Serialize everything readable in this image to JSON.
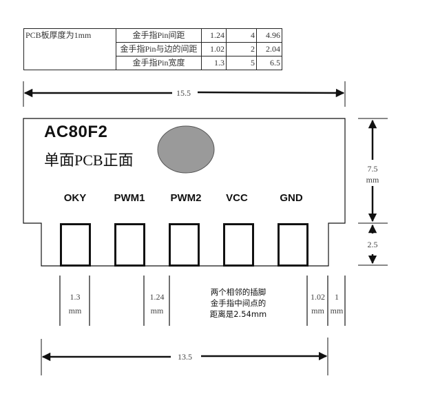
{
  "spec_table": {
    "thickness_label": "PCB板厚度为1mm",
    "rows": [
      {
        "name": "金手指Pin间距",
        "value": "1.24",
        "count": "4",
        "total": "4.96"
      },
      {
        "name": "金手指Pin与边的间距",
        "value": "1.02",
        "count": "2",
        "total": "2.04"
      },
      {
        "name": "金手指Pin宽度",
        "value": "1.3",
        "count": "5",
        "total": "6.5"
      }
    ]
  },
  "dimensions": {
    "total_width": "15.5",
    "finger_width": "13.5",
    "upper_height_value": "7.5",
    "upper_height_unit": "mm",
    "finger_height": "2.5"
  },
  "board": {
    "title": "AC80F2",
    "subtitle": "单面PCB正面",
    "hole_color": "#9a9a9a",
    "pins": [
      "OKY",
      "PWM1",
      "PWM2",
      "VCC",
      "GND"
    ]
  },
  "pin_dims": {
    "pad_width": {
      "value": "1.3",
      "unit": "mm"
    },
    "pad_gap": {
      "value": "1.24",
      "unit": "mm"
    },
    "edge_gap": {
      "value": "1.02",
      "unit": "mm"
    },
    "edge": {
      "value": "1",
      "unit": "mm"
    },
    "note_lines": [
      "两个相邻的插脚",
      "金手指中间点的",
      "距离是2.54mm"
    ]
  }
}
